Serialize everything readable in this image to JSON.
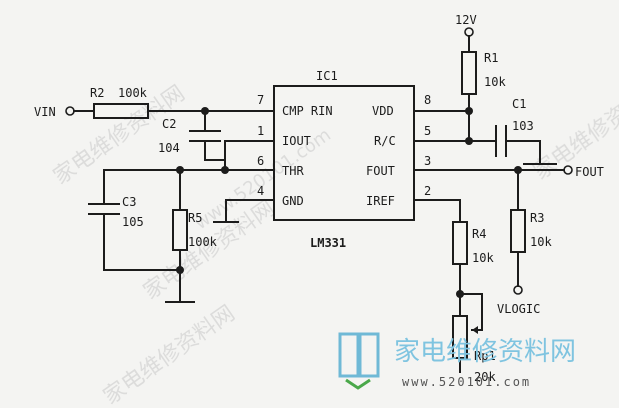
{
  "ic": {
    "designator": "IC1",
    "part": "LM331",
    "pins": [
      {
        "num": "7",
        "name": "CMP RIN"
      },
      {
        "num": "1",
        "name": "IOUT"
      },
      {
        "num": "6",
        "name": "THR"
      },
      {
        "num": "4",
        "name": "GND"
      },
      {
        "num": "8",
        "name": "VDD"
      },
      {
        "num": "5",
        "name": "R/C"
      },
      {
        "num": "3",
        "name": "FOUT"
      },
      {
        "num": "2",
        "name": "IREF"
      }
    ]
  },
  "nets": {
    "vin": "VIN",
    "supply": "12V",
    "fout": "FOUT",
    "vlogic": "VLOGIC"
  },
  "components": {
    "r1": {
      "ref": "R1",
      "value": "10k"
    },
    "r2": {
      "ref": "R2",
      "value": "100k"
    },
    "r3": {
      "ref": "R3",
      "value": "10k"
    },
    "r4": {
      "ref": "R4",
      "value": "10k"
    },
    "r5": {
      "ref": "R5",
      "value": "100k"
    },
    "rp1": {
      "ref": "Rp1",
      "value": "20k"
    },
    "c1": {
      "ref": "C1",
      "value": "103"
    },
    "c2": {
      "ref": "C2",
      "value": "104"
    },
    "c3": {
      "ref": "C3",
      "value": "105"
    }
  },
  "watermark": {
    "site_cn": "家电维修资料网",
    "site_url": "www.520101.com"
  }
}
